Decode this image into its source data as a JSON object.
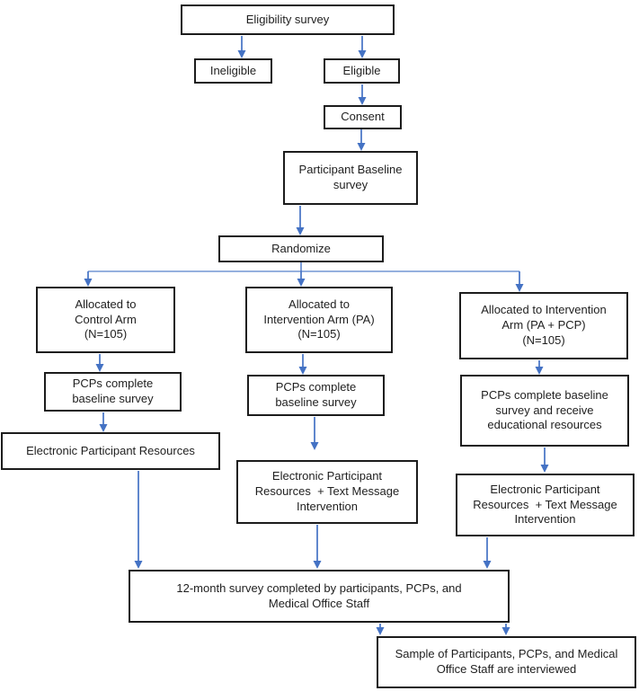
{
  "colors": {
    "arrow": "#4472C4",
    "box_border": "#1c1c1c",
    "box_fill": "#ffffff",
    "text": "#1f1f1f"
  },
  "nodes": {
    "eligibility": {
      "label": "Eligibility survey"
    },
    "ineligible": {
      "label": "Ineligible"
    },
    "eligible": {
      "label": "Eligible"
    },
    "consent": {
      "label": "Consent"
    },
    "participant_baseline": {
      "label": "Participant Baseline\nsurvey"
    },
    "randomize": {
      "label": "Randomize"
    },
    "control_arm": {
      "label": "Allocated to\nControl Arm\n(N=105)"
    },
    "intervention_pa": {
      "label": "Allocated to\nIntervention Arm (PA)\n(N=105)"
    },
    "intervention_pa_pcp": {
      "label": "Allocated to Intervention\nArm (PA + PCP)\n(N=105)"
    },
    "pcp_baseline_control": {
      "label": "PCPs complete\nbaseline survey"
    },
    "pcp_baseline_pa": {
      "label": "PCPs complete\nbaseline survey"
    },
    "pcp_baseline_pa_pcp": {
      "label": "PCPs complete baseline\nsurvey and receive\neducational resources"
    },
    "resources_control": {
      "label": "Electronic Participant Resources"
    },
    "resources_pa": {
      "label": "Electronic Participant\nResources  + Text Message\nIntervention"
    },
    "resources_pa_pcp": {
      "label": "Electronic Participant\nResources  + Text Message\nIntervention"
    },
    "twelve_month_survey": {
      "label": "12-month survey completed by participants, PCPs, and\nMedical Office Staff"
    },
    "interview_sample": {
      "label": "Sample of Participants, PCPs, and Medical\nOffice Staff are interviewed"
    }
  }
}
